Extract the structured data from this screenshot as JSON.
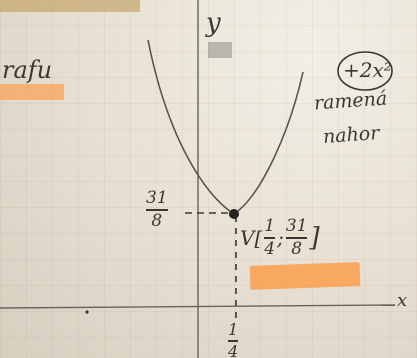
{
  "notes": {
    "top_left_word": "rafu",
    "y_axis_label": "y",
    "x_axis_label": "x",
    "coefficient": "+2x²",
    "opens_word_1": "ramená",
    "opens_word_2": "nahor",
    "vertex_label": "V[",
    "vertex_sep": ";",
    "vertex_close": "]",
    "vertex_x": {
      "num": "1",
      "den": "4"
    },
    "vertex_y": {
      "num": "31",
      "den": "8"
    },
    "y_mark": {
      "num": "31",
      "den": "8"
    },
    "x_mark": {
      "num": "1",
      "den": "4"
    }
  },
  "colors": {
    "ink": "#3b3632",
    "highlighter": "#ff963c",
    "paper": "#ece6da"
  },
  "parabola": {
    "a": 2,
    "vertex_x": 0.25,
    "vertex_y": 3.875
  }
}
